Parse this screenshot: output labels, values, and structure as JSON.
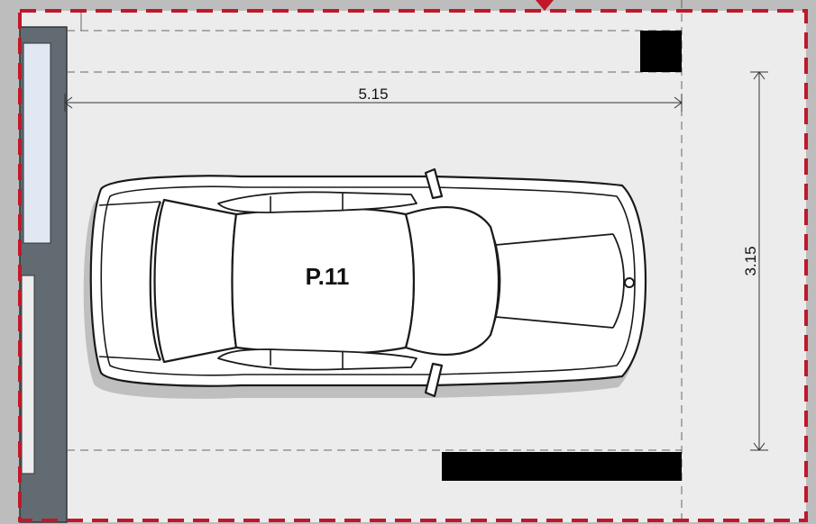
{
  "plan": {
    "space_label": "P.11",
    "width_dimension": "5.15",
    "depth_dimension": "3.15"
  },
  "colors": {
    "background": "#bdbdbd",
    "floor": "#ececec",
    "boundary_dash": "#c0182a",
    "wall": "#636b72",
    "window_glass": "#dfe8f3",
    "obstacle": "#000000",
    "car_body": "#ffffff",
    "car_outline": "#1a1a1a"
  }
}
